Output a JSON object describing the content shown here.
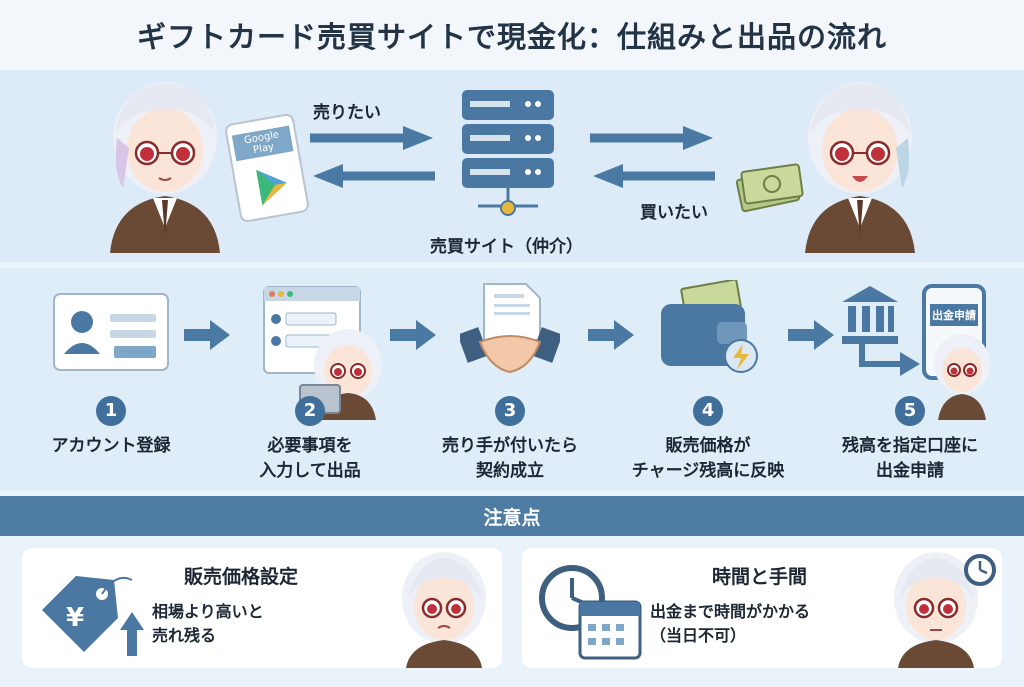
{
  "title": "ギフトカード売買サイトで現金化：仕組みと出品の流れ",
  "flow": {
    "sell_label": "売りたい",
    "buy_label": "買いたい",
    "site_label": "売買サイト（仲介）",
    "gift_card_brand": "Google Play"
  },
  "steps": [
    {
      "num": "1",
      "text": "アカウント登録",
      "icon": "account-card-icon"
    },
    {
      "num": "2",
      "text": "必要事項を\n入力して出品",
      "icon": "form-window-icon"
    },
    {
      "num": "3",
      "text": "売り手が付いたら\n契約成立",
      "icon": "handshake-icon"
    },
    {
      "num": "4",
      "text": "販売価格が\nチャージ残高に反映",
      "icon": "wallet-icon"
    },
    {
      "num": "5",
      "text": "残高を指定口座に\n出金申請",
      "icon": "bank-icon"
    }
  ],
  "phone_screen_text": "出金申請",
  "caution": {
    "header": "注意点",
    "cards": [
      {
        "title": "販売価格設定",
        "text": "相場より高いと\n売れ残る",
        "icon": "price-tag-icon"
      },
      {
        "title": "時間と手間",
        "text": "出金まで時間がかかる\n（当日不可）",
        "icon": "clock-calendar-icon"
      }
    ]
  },
  "colors": {
    "accent": "#4e7ca3",
    "arrow": "#4a7aa3",
    "step_badge": "#3f6f9a",
    "background": "#eaf2fa"
  }
}
